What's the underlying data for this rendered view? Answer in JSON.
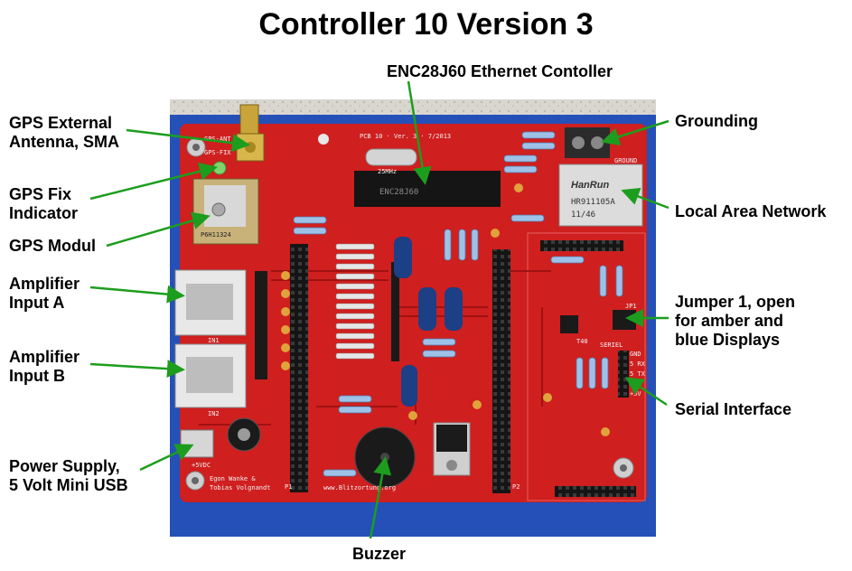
{
  "title": "Controller 10 Version 3",
  "labels": {
    "gps_antenna": [
      "GPS External",
      "Antenna, SMA"
    ],
    "gps_fix": [
      "GPS Fix",
      "Indicator"
    ],
    "gps_modul": [
      "GPS Modul"
    ],
    "amp_a": [
      "Amplifier",
      "Input A"
    ],
    "amp_b": [
      "Amplifier",
      "Input B"
    ],
    "power": [
      "Power Supply,",
      "5 Volt Mini USB"
    ],
    "ethernet": [
      "ENC28J60 Ethernet Contoller"
    ],
    "grounding": [
      "Grounding"
    ],
    "lan": [
      "Local Area Network"
    ],
    "jumper": [
      "Jumper 1, open",
      "for amber and",
      "blue Displays"
    ],
    "serial": [
      "Serial Interface"
    ],
    "buzzer": [
      "Buzzer"
    ]
  },
  "silkscreen": {
    "pcb": "PCB 10 · Ver. 3 · 7/2013",
    "gps_ant": "GPS-ANT",
    "gps_fix": "GPS-FIX",
    "gps_module": "P6H11324",
    "in1": "IN1",
    "in2": "IN2",
    "power": "+5VDC",
    "authors": [
      "Egon Wanke &",
      "Tobias Volgnandt"
    ],
    "url": "www.Blitzortung.org",
    "crystal": "25MHz",
    "chip": "ENC28J60",
    "lan_brand": "HanRun",
    "lan_part": "HR911105A",
    "lan_code": "11/46",
    "ground": "GROUND",
    "serial": "SERIEL",
    "serial_pins": [
      "GND",
      "5 RX",
      "5 TX",
      "+3V",
      "+5V"
    ],
    "p1": "P1",
    "p2": "P2",
    "jp1": "JP1",
    "t40": "T40"
  },
  "colors": {
    "pcb": "#cf1f1f",
    "arrow": "#1d9d1d",
    "panel": "#2450b8"
  }
}
